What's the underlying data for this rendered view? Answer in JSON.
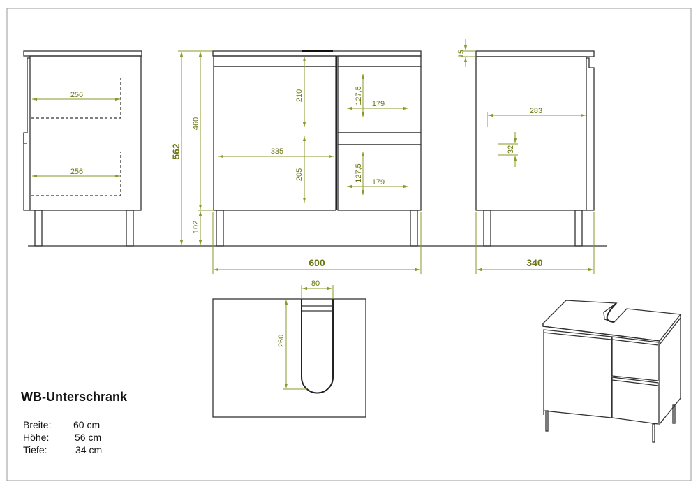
{
  "title": "WB-Unterschrank",
  "specs": [
    {
      "label": "Breite:",
      "value": "60 cm"
    },
    {
      "label": "Höhe:",
      "value": "56 cm"
    },
    {
      "label": "Tiefe:",
      "value": "34 cm"
    }
  ],
  "dimensions": {
    "side_left": {
      "upper_depth": "256",
      "lower_depth": "256"
    },
    "height_total": "562",
    "height_body": "460",
    "height_legs": "102",
    "front": {
      "door_upper": "210",
      "door_lower": "205",
      "door_width": "335",
      "drawer1_height": "127,5",
      "drawer1_width": "179",
      "drawer2_height": "127,5",
      "drawer2_width": "179",
      "width_total": "600"
    },
    "side_right": {
      "top_thickness": "15",
      "inner_depth": "283",
      "handle": "32",
      "depth_total": "340"
    },
    "top_view": {
      "cutout_width": "80",
      "cutout_depth": "260"
    }
  },
  "colors": {
    "dimension": "#8a9a2a",
    "lines": "#333333"
  }
}
